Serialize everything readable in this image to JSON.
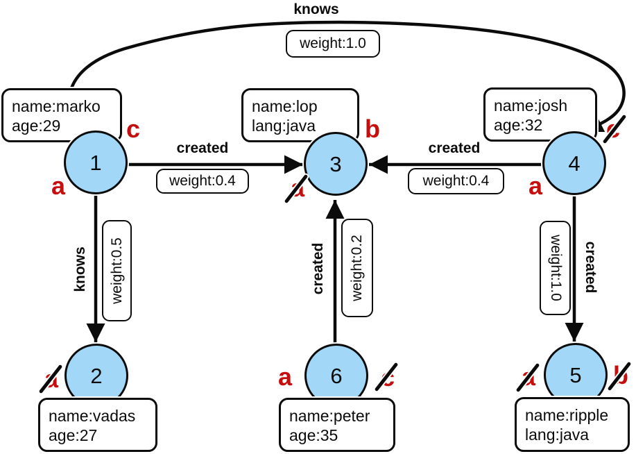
{
  "colors": {
    "node_fill": "#a3d7f7",
    "stroke": "#0b0b0b",
    "label_red": "#c70e0e"
  },
  "vertices": {
    "v1": {
      "id": "1",
      "properties": [
        "name:marko",
        "age:29"
      ]
    },
    "v2": {
      "id": "2",
      "properties": [
        "name:vadas",
        "age:27"
      ]
    },
    "v3": {
      "id": "3",
      "properties": [
        "name:lop",
        "lang:java"
      ]
    },
    "v4": {
      "id": "4",
      "properties": [
        "name:josh",
        "age:32"
      ]
    },
    "v5": {
      "id": "5",
      "properties": [
        "name:ripple",
        "lang:java"
      ]
    },
    "v6": {
      "id": "6",
      "properties": [
        "name:peter",
        "age:35"
      ]
    }
  },
  "edges": {
    "knows_1_4": {
      "label": "knows",
      "weight": "weight:1.0"
    },
    "created_1_3": {
      "label": "created",
      "weight": "weight:0.4"
    },
    "created_4_3": {
      "label": "created",
      "weight": "weight:0.4"
    },
    "knows_1_2": {
      "label": "knows",
      "weight": "weight:0.5"
    },
    "created_6_3": {
      "label": "created",
      "weight": "weight:0.2"
    },
    "created_4_5": {
      "label": "created",
      "weight": "weight:1.0"
    }
  },
  "step_labels": {
    "v1_a": {
      "text": "a",
      "crossed": false
    },
    "v1_c": {
      "text": "c",
      "crossed": false
    },
    "v2_a": {
      "text": "a",
      "crossed": true
    },
    "v3_a": {
      "text": "a",
      "crossed": true
    },
    "v3_b": {
      "text": "b",
      "crossed": false
    },
    "v4_a": {
      "text": "a",
      "crossed": false
    },
    "v4_c": {
      "text": "c",
      "crossed": true
    },
    "v5_a": {
      "text": "a",
      "crossed": true
    },
    "v5_b": {
      "text": "b",
      "crossed": true
    },
    "v6_a": {
      "text": "a",
      "crossed": false
    },
    "v6_c": {
      "text": "c",
      "crossed": true
    }
  }
}
